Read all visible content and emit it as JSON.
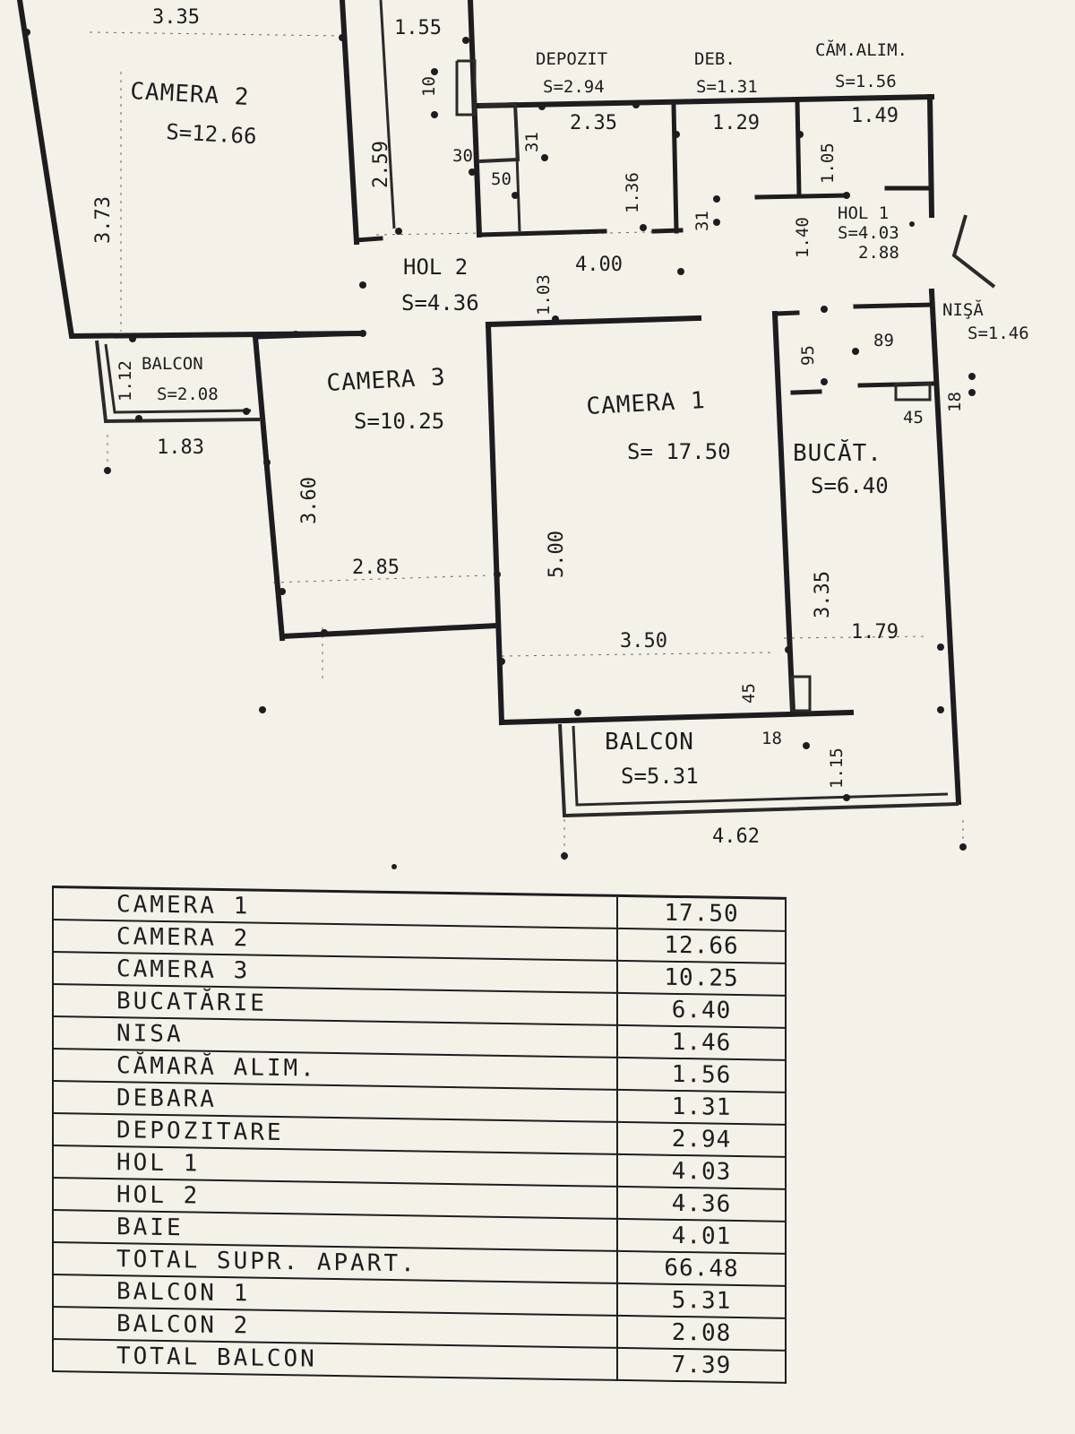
{
  "plan": {
    "rooms": {
      "camera2": {
        "name": "CAMERA 2",
        "area": "S=12.66"
      },
      "camera3": {
        "name": "CAMERA 3",
        "area": "S=10.25"
      },
      "camera1": {
        "name": "CAMERA 1",
        "area": "S= 17.50"
      },
      "bucatarie": {
        "name": "BUCĂT.",
        "area": "S=6.40"
      },
      "depozit": {
        "name": "DEPOZIT",
        "area": "S=2.94"
      },
      "debara": {
        "name": "DEB.",
        "area": "S=1.31"
      },
      "camara": {
        "name": "CĂM.ALIM.",
        "area": "S=1.56"
      },
      "hol1": {
        "name": "HOL 1",
        "area": "S=4.03"
      },
      "hol2": {
        "name": "HOL 2",
        "area": "S=4.36"
      },
      "nisa": {
        "name": "NIŞĂ",
        "area": "S=1.46"
      },
      "balcon_small": {
        "name": "BALCON",
        "area": "S=2.08"
      },
      "balcon_large": {
        "name": "BALCON",
        "area": "S=5.31"
      }
    },
    "dims": {
      "d335": "3.35",
      "d155": "1.55",
      "d10": "10",
      "d259": "2.59",
      "d30": "30",
      "d50": "50",
      "d31": "31",
      "d235": "2.35",
      "d129": "1.29",
      "d149": "1.49",
      "d105": "1.05",
      "d136": "1.36",
      "d31b": "31",
      "d140": "1.40",
      "d288": "2.88",
      "d373": "3.73",
      "d400": "4.00",
      "d103": "1.03",
      "d112": "1.12",
      "d183": "1.83",
      "d95": "95",
      "d89": "89",
      "d45a": "45",
      "d18a": "18",
      "d360": "3.60",
      "d285": "2.85",
      "d500": "5.00",
      "d350": "3.50",
      "d335b": "3.35",
      "d179": "1.79",
      "d45b": "45",
      "d18b": "18",
      "d115": "1.15",
      "d462": "4.62"
    }
  },
  "table": {
    "rows": [
      {
        "label": "CAMERA 1",
        "value": "17.50"
      },
      {
        "label": "CAMERA 2",
        "value": "12.66"
      },
      {
        "label": "CAMERA 3",
        "value": "10.25"
      },
      {
        "label": "BUCATĂRIE",
        "value": "6.40"
      },
      {
        "label": "NISA",
        "value": "1.46"
      },
      {
        "label": "CĂMARĂ ALIM.",
        "value": "1.56"
      },
      {
        "label": "DEBARA",
        "value": "1.31"
      },
      {
        "label": "DEPOZITARE",
        "value": "2.94"
      },
      {
        "label": "HOL 1",
        "value": "4.03"
      },
      {
        "label": "HOL 2",
        "value": "4.36"
      },
      {
        "label": "BAIE",
        "value": "4.01"
      },
      {
        "label": "TOTAL SUPR. APART.",
        "value": "66.48"
      },
      {
        "label": "BALCON 1",
        "value": "5.31"
      },
      {
        "label": "BALCON 2",
        "value": "2.08"
      },
      {
        "label": "TOTAL BALCON",
        "value": "7.39"
      }
    ]
  }
}
